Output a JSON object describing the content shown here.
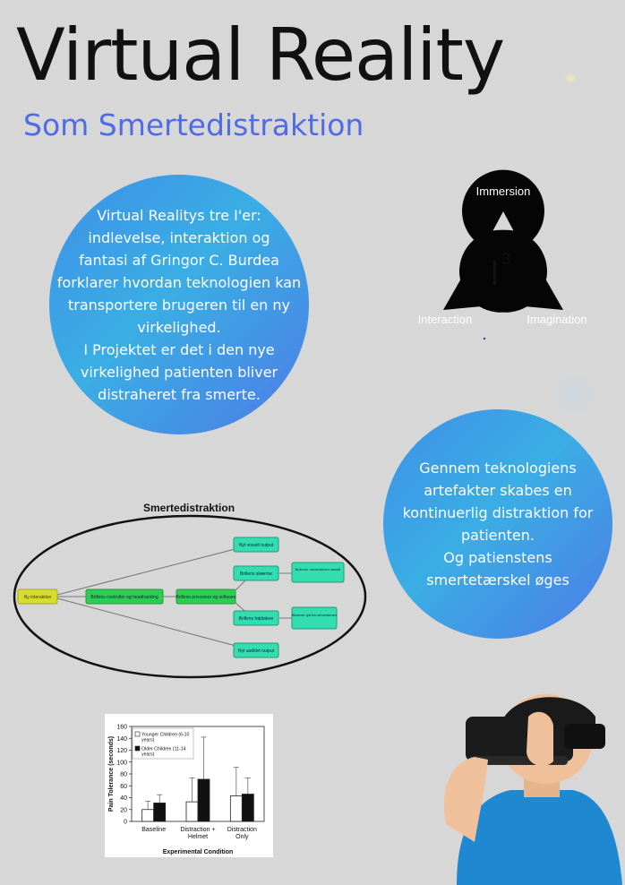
{
  "header": {
    "title": "Virtual Reality",
    "subtitle": "Som Smertedistraktion"
  },
  "blob1": {
    "lines": [
      "Virtual Realitys tre I'er:",
      "indlevelse, interaktion og",
      "fantasi af Gringor C. Burdea",
      "forklarer hvordan teknologien kan",
      "transportere brugeren til en ny",
      "virkelighed.",
      "I Projektet er det i den nye",
      "virkelighed patienten bliver",
      "distraheret fra smerte."
    ]
  },
  "blob2": {
    "lines": [
      "Gennem teknologiens",
      "artefakter skabes en",
      "kontinuerlig distraktion for",
      "patienten.",
      "Og patienstens",
      "smertetærskel øges"
    ]
  },
  "i3_diagram": {
    "center": "I",
    "exponent": "3",
    "top": "Immersion",
    "left": "Interaction",
    "right": "Imagination"
  },
  "mindmap": {
    "title": "Smertedistraktion",
    "nodes": {
      "ny_interaktion": "Ny interaktion",
      "controller": "Brillens controller og headtracking",
      "processor": "Brillens processor og software",
      "nyt_visuelt": "Nyt visuelt output",
      "skaerme": "Brillens skærme",
      "blokerer_visuelt": "Blokerer omverdenen visuelt",
      "hojttalere": "Brillens højttalere",
      "blokerer_lyd": "Blokerer lyd fra omverdenen",
      "nyt_auditivt": "Nyt auditivt output"
    }
  },
  "chart_data": {
    "type": "bar",
    "categories": [
      "Baseline",
      "Distraction + Helmet",
      "Distraction Only"
    ],
    "category_lines": [
      [
        "Baseline"
      ],
      [
        "Distraction +",
        "Helmet"
      ],
      [
        "Distraction",
        "Only"
      ]
    ],
    "series": [
      {
        "name": "Younger Children (6-10 years)",
        "legend_lines": [
          "Younger Children (6-10",
          "years)"
        ],
        "values": [
          20,
          33,
          43
        ],
        "errors": [
          14,
          40,
          48
        ],
        "color": "#ffffff"
      },
      {
        "name": "Older Children (11-14 years)",
        "legend_lines": [
          "Older Children (11-14",
          "years)"
        ],
        "values": [
          31,
          71,
          46
        ],
        "errors": [
          14,
          71,
          27
        ],
        "color": "#111111"
      }
    ],
    "ylabel": "Pain Tolerance (seconds)",
    "xlabel": "Experimental Condition",
    "ylim": [
      0,
      160
    ],
    "yticks": [
      0,
      20,
      40,
      60,
      80,
      100,
      120,
      140,
      160
    ]
  },
  "colors": {
    "background": "#d7d7d7",
    "accent_blue": "#4f6be6",
    "mind_green": "#2ecc52",
    "mind_teal": "#33ddb0",
    "mind_yellow": "#d8dc30"
  }
}
